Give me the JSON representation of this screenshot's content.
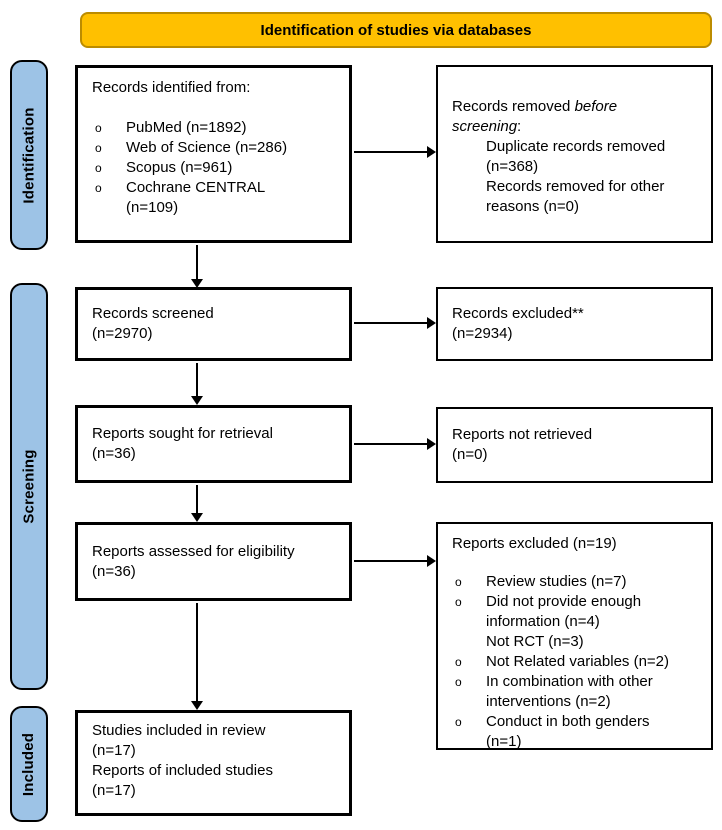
{
  "title": "Identification of studies via databases",
  "colors": {
    "header_fill": "#FFC000",
    "header_border": "#BC8C00",
    "stage_fill": "#9DC3E6",
    "stage_border": "#000000"
  },
  "stages": {
    "identification": "Identification",
    "screening": "Screening",
    "included": "Included"
  },
  "boxes": {
    "records_identified": {
      "title": "Records identified from:",
      "items": [
        "PubMed (n=1892)",
        "Web of Science (n=286)",
        "Scopus (n=961)",
        "Cochrane CENTRAL\n(n=109)"
      ]
    },
    "records_removed": {
      "title_normal": "Records removed ",
      "title_italic_line1": "before",
      "title_italic_line2": "screening",
      "title_suffix": ":",
      "items": [
        {
          "bullet": false,
          "text": "Duplicate records removed\n(n=368)"
        },
        {
          "bullet": false,
          "text": "Records removed for other\nreasons (n=0)"
        }
      ]
    },
    "records_screened": {
      "text": "Records screened\n(n=2970)"
    },
    "records_excluded": {
      "text": "Records excluded**\n(n=2934)"
    },
    "reports_sought": {
      "text": "Reports sought for retrieval\n(n=36)"
    },
    "reports_not_retrieved": {
      "text": "Reports not retrieved\n(n=0)"
    },
    "reports_assessed": {
      "text": "Reports assessed for eligibility\n(n=36)"
    },
    "reports_excluded": {
      "title": "Reports excluded (n=19)",
      "items": [
        {
          "bullet": true,
          "text": "Review studies (n=7)"
        },
        {
          "bullet": true,
          "text": "Did not provide enough\ninformation (n=4)\nNot RCT (n=3)"
        },
        {
          "bullet": true,
          "text": "Not Related variables (n=2)"
        },
        {
          "bullet": true,
          "text": "In combination with other\ninterventions (n=2)"
        },
        {
          "bullet": true,
          "text": "Conduct in both genders\n(n=1)"
        }
      ]
    },
    "studies_included": {
      "text": "Studies included in review\n(n=17)\nReports of included studies\n(n=17)"
    }
  },
  "bullet_glyph": "o"
}
